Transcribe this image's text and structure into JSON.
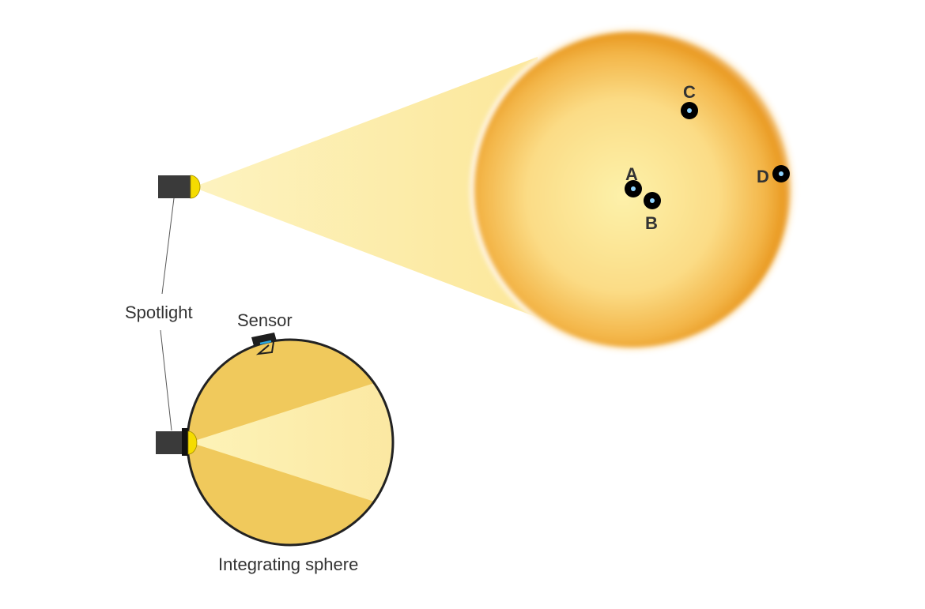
{
  "labels": {
    "spotlight": "Spotlight",
    "sensor": "Sensor",
    "integrating_sphere": "Integrating sphere"
  },
  "points": [
    {
      "id": "A",
      "label": "A"
    },
    {
      "id": "B",
      "label": "B"
    },
    {
      "id": "C",
      "label": "C"
    },
    {
      "id": "D",
      "label": "D"
    }
  ],
  "colors": {
    "background": "#ffffff",
    "beam": "#fde9a0",
    "spot_center": "#fdf0a8",
    "spot_edge": "#e99a22",
    "sphere_fill": "#f0c95c",
    "sphere_beam": "#fdf0b0",
    "sphere_outline": "#222222",
    "lamp_body": "#3a3a3a",
    "lamp_lens": "#f5dc00",
    "point_fill": "#000000",
    "point_center": "#8fd4ff",
    "text": "#333333"
  }
}
